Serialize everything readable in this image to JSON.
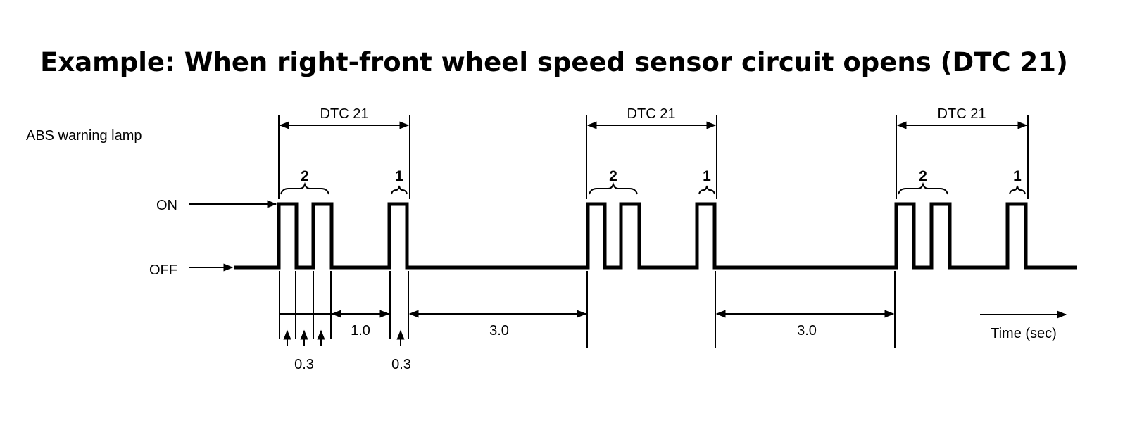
{
  "title": "Example: When right-front wheel speed sensor circuit opens (DTC 21)",
  "lamp_label": "ABS  warning lamp",
  "state_on": "ON",
  "state_off": "OFF",
  "code_label": "DTC 21",
  "tens_digit": "2",
  "ones_digit": "1",
  "pulse_width": "0.3",
  "digit_gap": "1.0",
  "code_gap": "3.0",
  "time_label": "Time (sec)"
}
